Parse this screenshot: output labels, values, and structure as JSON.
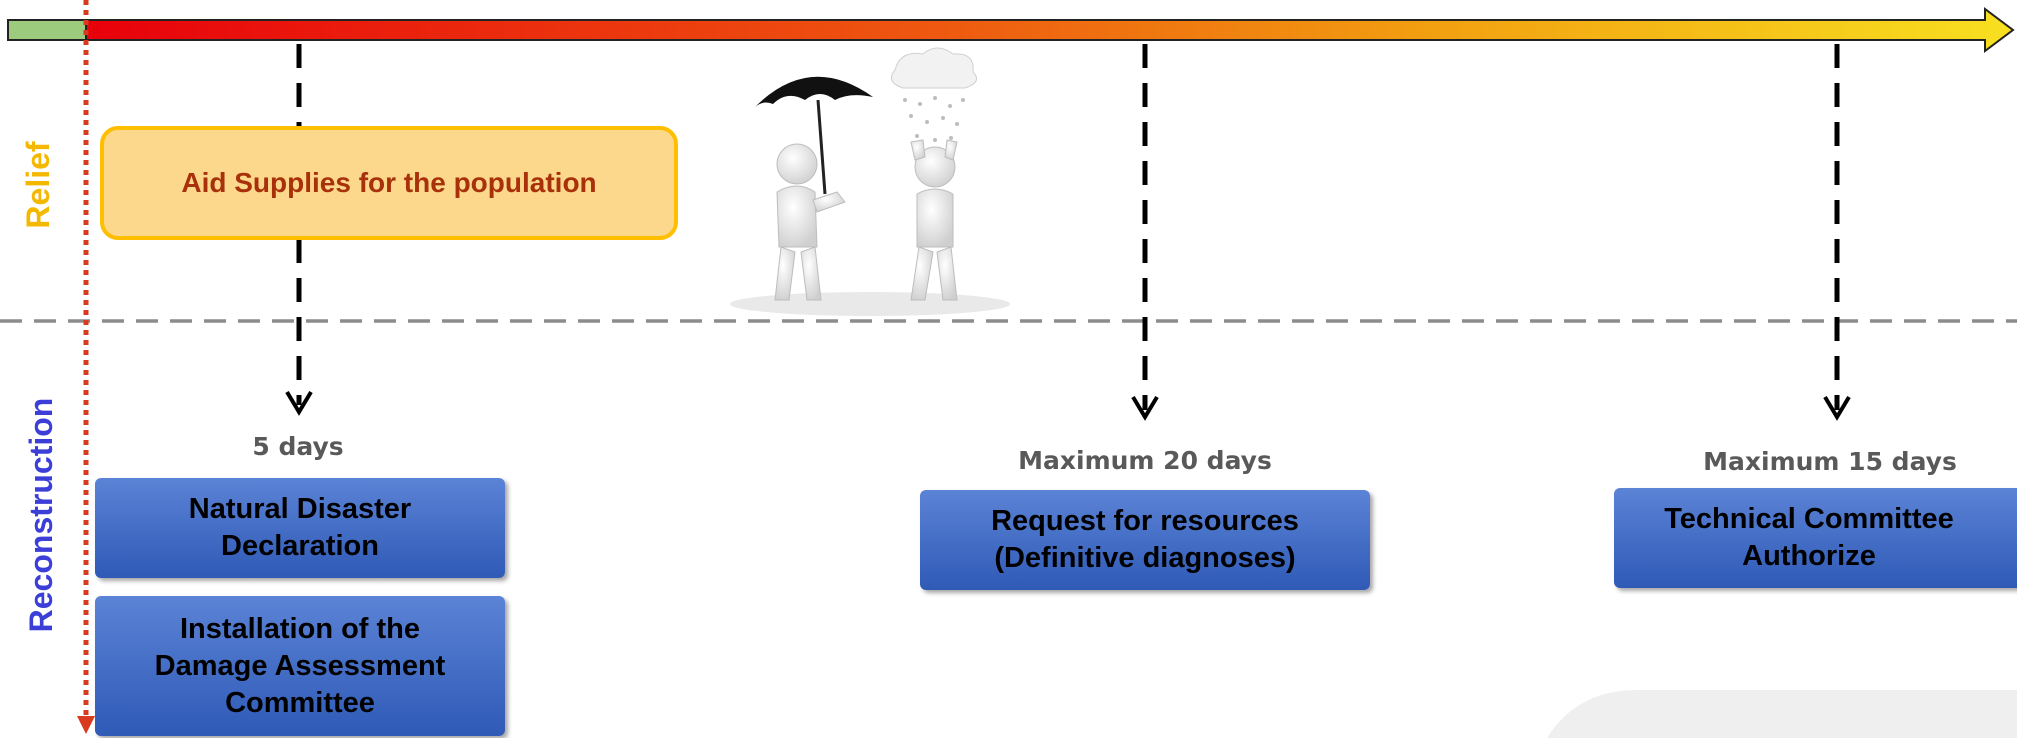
{
  "sections": {
    "relief": "Relief",
    "reconstruction": "Reconstruction"
  },
  "relief_box": {
    "label": "Aid Supplies for the population"
  },
  "milestones": [
    {
      "duration": "5 days",
      "steps": [
        "Natural Disaster Declaration",
        "Installation of the Damage Assessment Committee"
      ]
    },
    {
      "duration": "Maximum 20 days",
      "steps": [
        "Request for resources (Definitive diagnoses)"
      ]
    },
    {
      "duration": "Maximum 15 days",
      "steps": [
        "Technical Committee Authorize"
      ]
    }
  ],
  "colors": {
    "timeline_start": "#E8000B",
    "timeline_end": "#F8E020",
    "start_segment": "#9CCB7D",
    "relief_label": "#F5B800",
    "reconstruction_label": "#3B3FD8",
    "aid_box_fill": "#FCD88C",
    "aid_box_border": "#FFBE00",
    "aid_box_text": "#A8300A",
    "step_box": "#3E69C6",
    "duration_text": "#595959",
    "vertical_time_axis": "#D93A1F"
  },
  "illustration": {
    "icon": "umbrella-sharing-figures-icon"
  }
}
